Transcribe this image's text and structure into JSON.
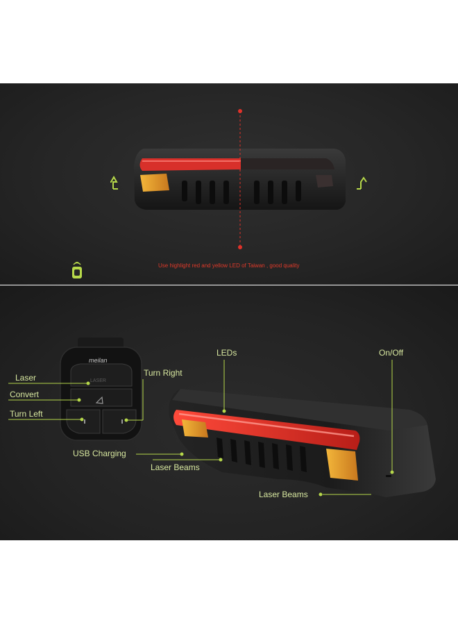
{
  "top_panel": {
    "caption": "Use highlight red and yellow LED of Taiwan , good quality"
  },
  "bottom_panel": {
    "remote": {
      "brand_text": "meilan",
      "button_text": "LASER"
    },
    "labels": {
      "laser": "Laser",
      "convert": "Convert",
      "turn_left": "Turn Left",
      "turn_right": "Turn Right",
      "usb_charging": "USB Charging",
      "laser_beams_1": "Laser Beams",
      "laser_beams_2": "Laser Beams",
      "leds": "LEDs",
      "on_off": "On/Off"
    }
  },
  "colors": {
    "label_green": "#b6d84a",
    "led_red": "#e0322a",
    "led_yellow": "#e8a22a",
    "caption_red": "#e03a2a"
  }
}
